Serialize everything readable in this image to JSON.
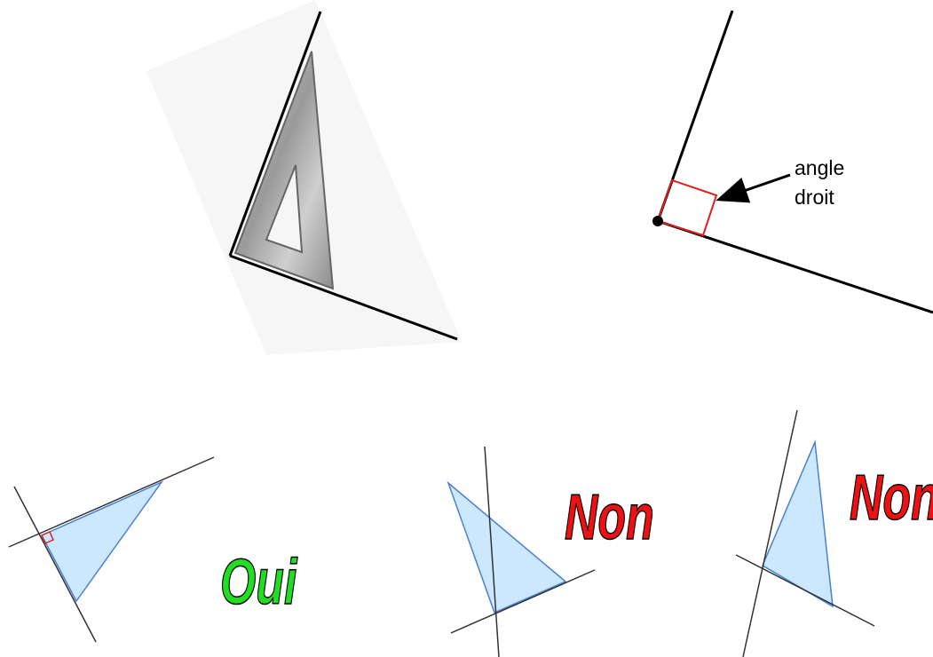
{
  "labels": {
    "right_angle_line1": "angle",
    "right_angle_line2": "droit"
  },
  "verdicts": {
    "yes": "Oui",
    "no_1": "Non",
    "no_2": "Non"
  },
  "colors": {
    "line": "#000000",
    "thin_line": "#333333",
    "right_angle_marker": "#e02020",
    "triangle_fill": "#cce8ff",
    "triangle_edge": "#4a7fd4",
    "verdict_yes": "#22dd22",
    "verdict_no": "#ee1111",
    "verdict_outline": "#000000"
  }
}
